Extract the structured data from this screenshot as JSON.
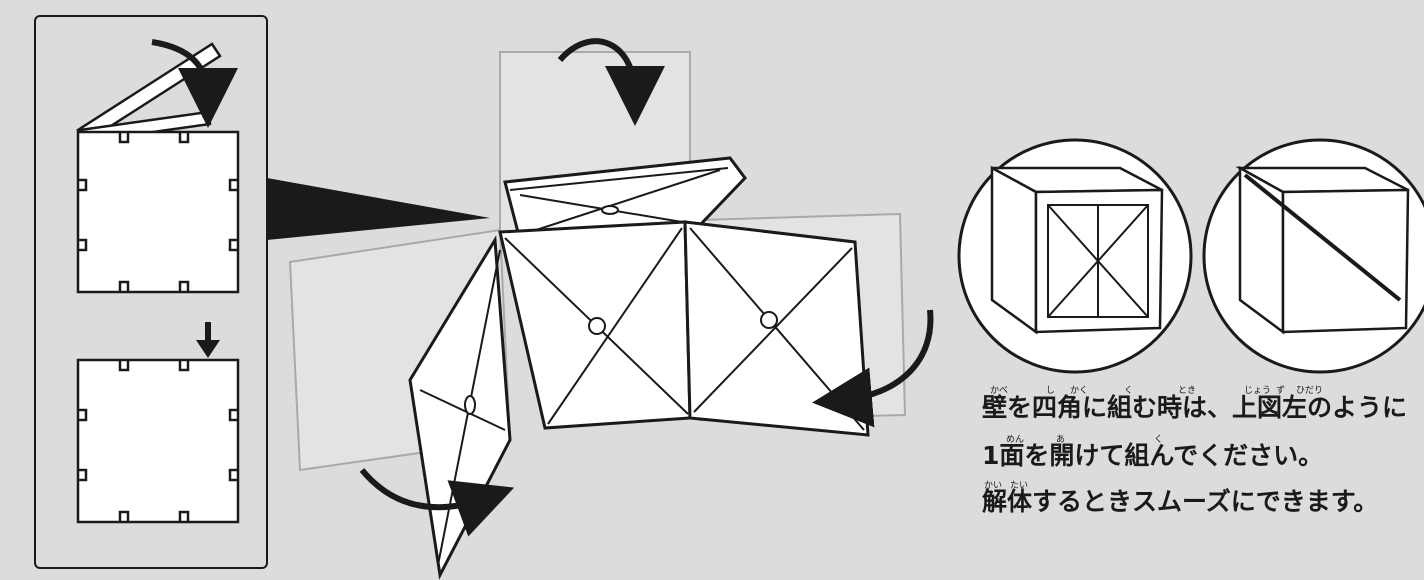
{
  "instructions": {
    "line1": "壁を四角に組む時は、上図左のように",
    "line2": "1面を開けて組んでください。",
    "line3": "解体するときスムーズにできます。"
  },
  "furigana": {
    "line1": [
      "かべ",
      "し",
      "かく",
      "く",
      "とき",
      "じょう",
      "ず",
      "ひだり"
    ],
    "line2": [
      "めん",
      "あ",
      "く"
    ],
    "line3": [
      "かい",
      "たい"
    ]
  },
  "colors": {
    "background": "#dddcdc",
    "panel": "#ffffff",
    "ink": "#1a1a1a",
    "ghost": "#a9a9a9"
  },
  "icons": {
    "correct_example": "open-face-box",
    "incorrect_example": "closed-box-crossed-out"
  }
}
